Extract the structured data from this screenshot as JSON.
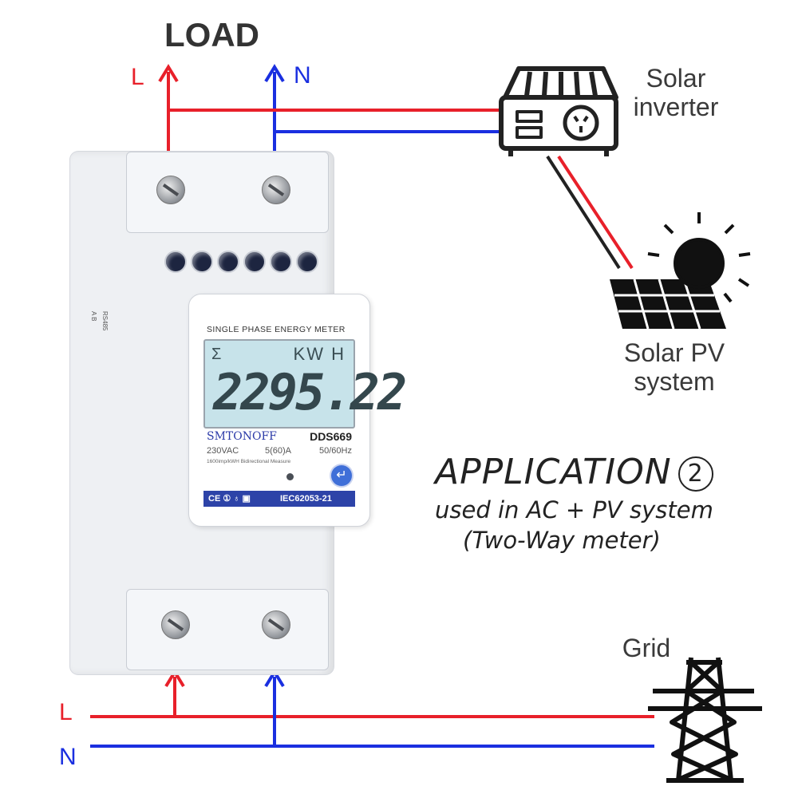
{
  "load_title": "LOAD",
  "top_L": "L",
  "top_N": "N",
  "bottom_L": "L",
  "bottom_N": "N",
  "inverter": {
    "line1": "Solar",
    "line2": "inverter"
  },
  "pv": {
    "line1": "Solar PV",
    "line2": "system"
  },
  "grid_label": "Grid",
  "application": {
    "title": "APPLICATION",
    "number": "2",
    "line1": "used in AC + PV system",
    "line2": "(Two-Way meter)"
  },
  "meter": {
    "header": "SINGLE PHASE ENERGY METER",
    "lcd_symbol": "Σ",
    "lcd_unit": "KW H",
    "lcd_value": "2295.22",
    "brand": "SMTONOFF",
    "model": "DDS669",
    "voltage": "230VAC",
    "current": "5(60)A",
    "frequency": "50/60Hz",
    "measure_note": "1600imp/kWH Bidirectional Measure",
    "enter_symbol": "↵",
    "cert_marks": "CE ① ♁ ▣",
    "standard": "IEC62053-21",
    "side_label_1": "RS485",
    "side_label_2": "A  B"
  },
  "colors": {
    "live": "#e8202a",
    "neutral": "#1a2fe0",
    "device": "#222222"
  }
}
